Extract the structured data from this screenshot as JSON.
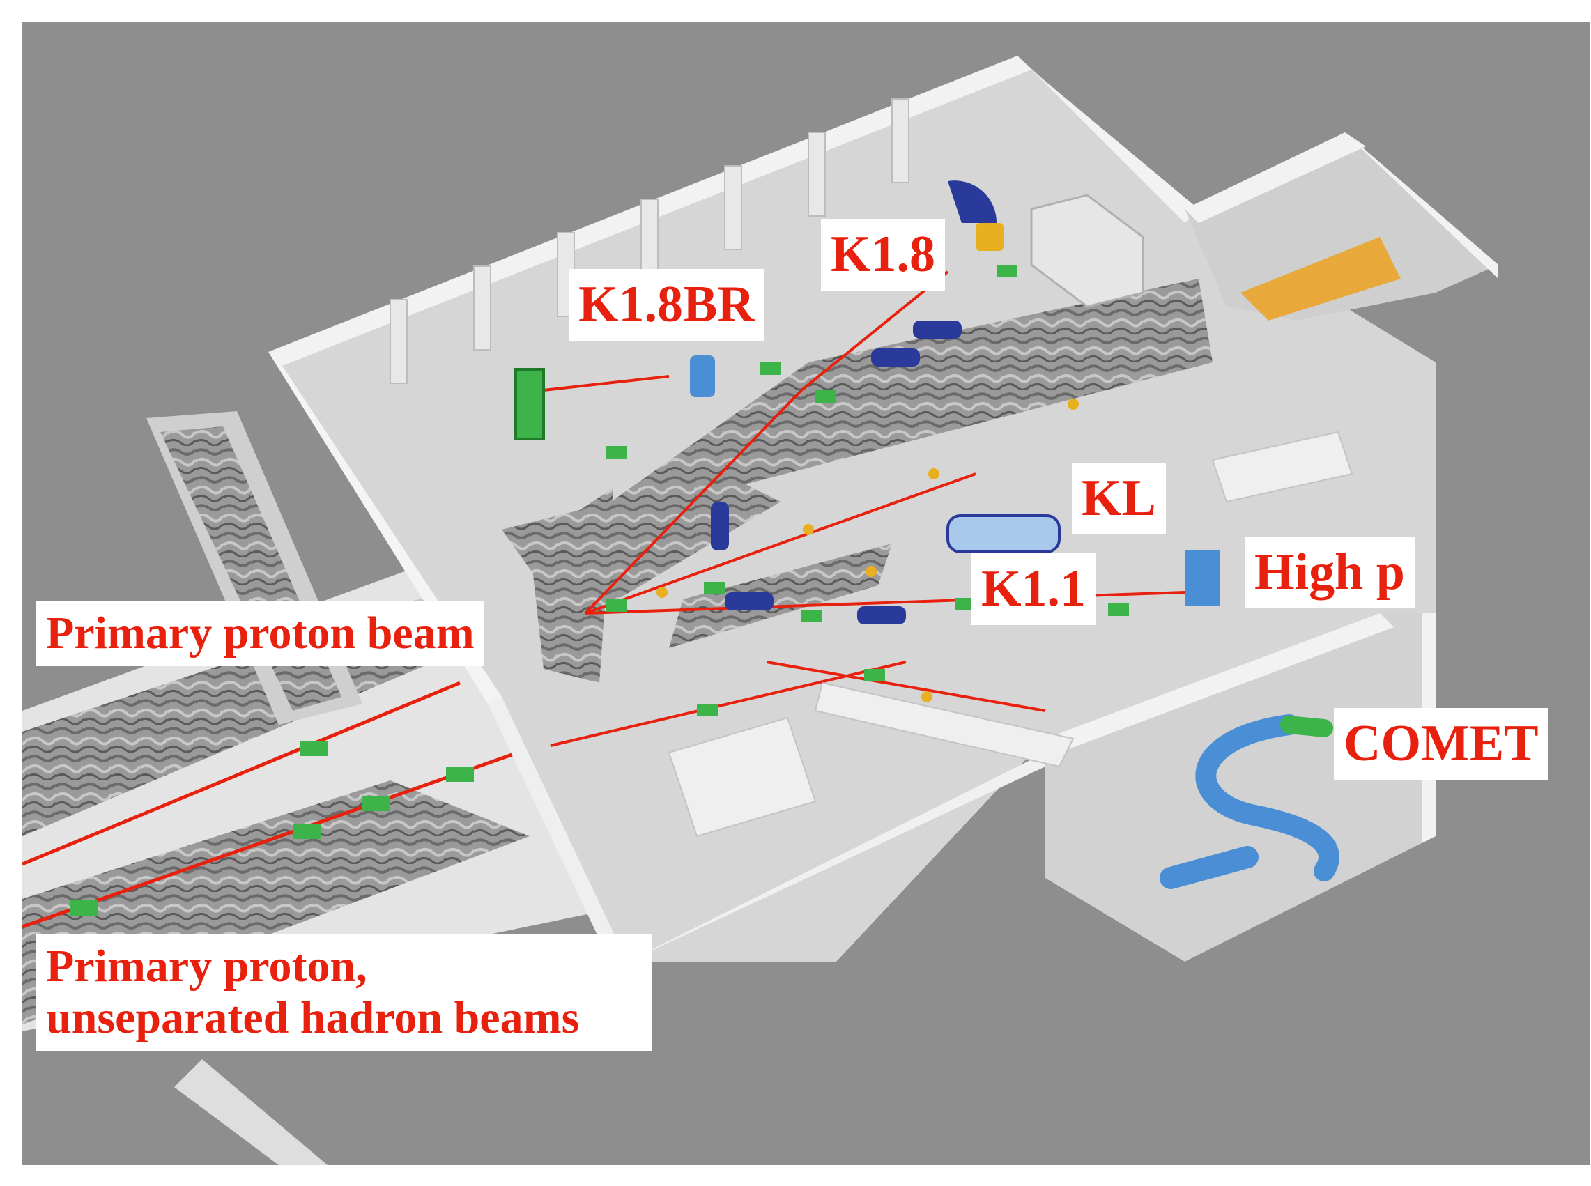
{
  "labels": {
    "k18": "K1.8",
    "k18br": "K1.8BR",
    "kl": "KL",
    "k11": "K1.1",
    "highp": "High p",
    "primary_proton_beam": "Primary proton beam",
    "comet": "COMET",
    "unseparated_line1": "Primary proton,",
    "unseparated_line2": "unseparated hadron beams"
  },
  "colors": {
    "background": "#8e8e8e",
    "floor": "#d8d8d8",
    "wall_top": "#f2f2f2",
    "wall_side": "#b8b8b8",
    "beam_line": "#e8210f",
    "magnet_green": "#3cb44a",
    "quad_yellow": "#e8b020",
    "quad_blue": "#2a3a9a",
    "solenoid_blue": "#4a8fd6",
    "label_text": "#e8210f",
    "label_bg": "#ffffff"
  }
}
